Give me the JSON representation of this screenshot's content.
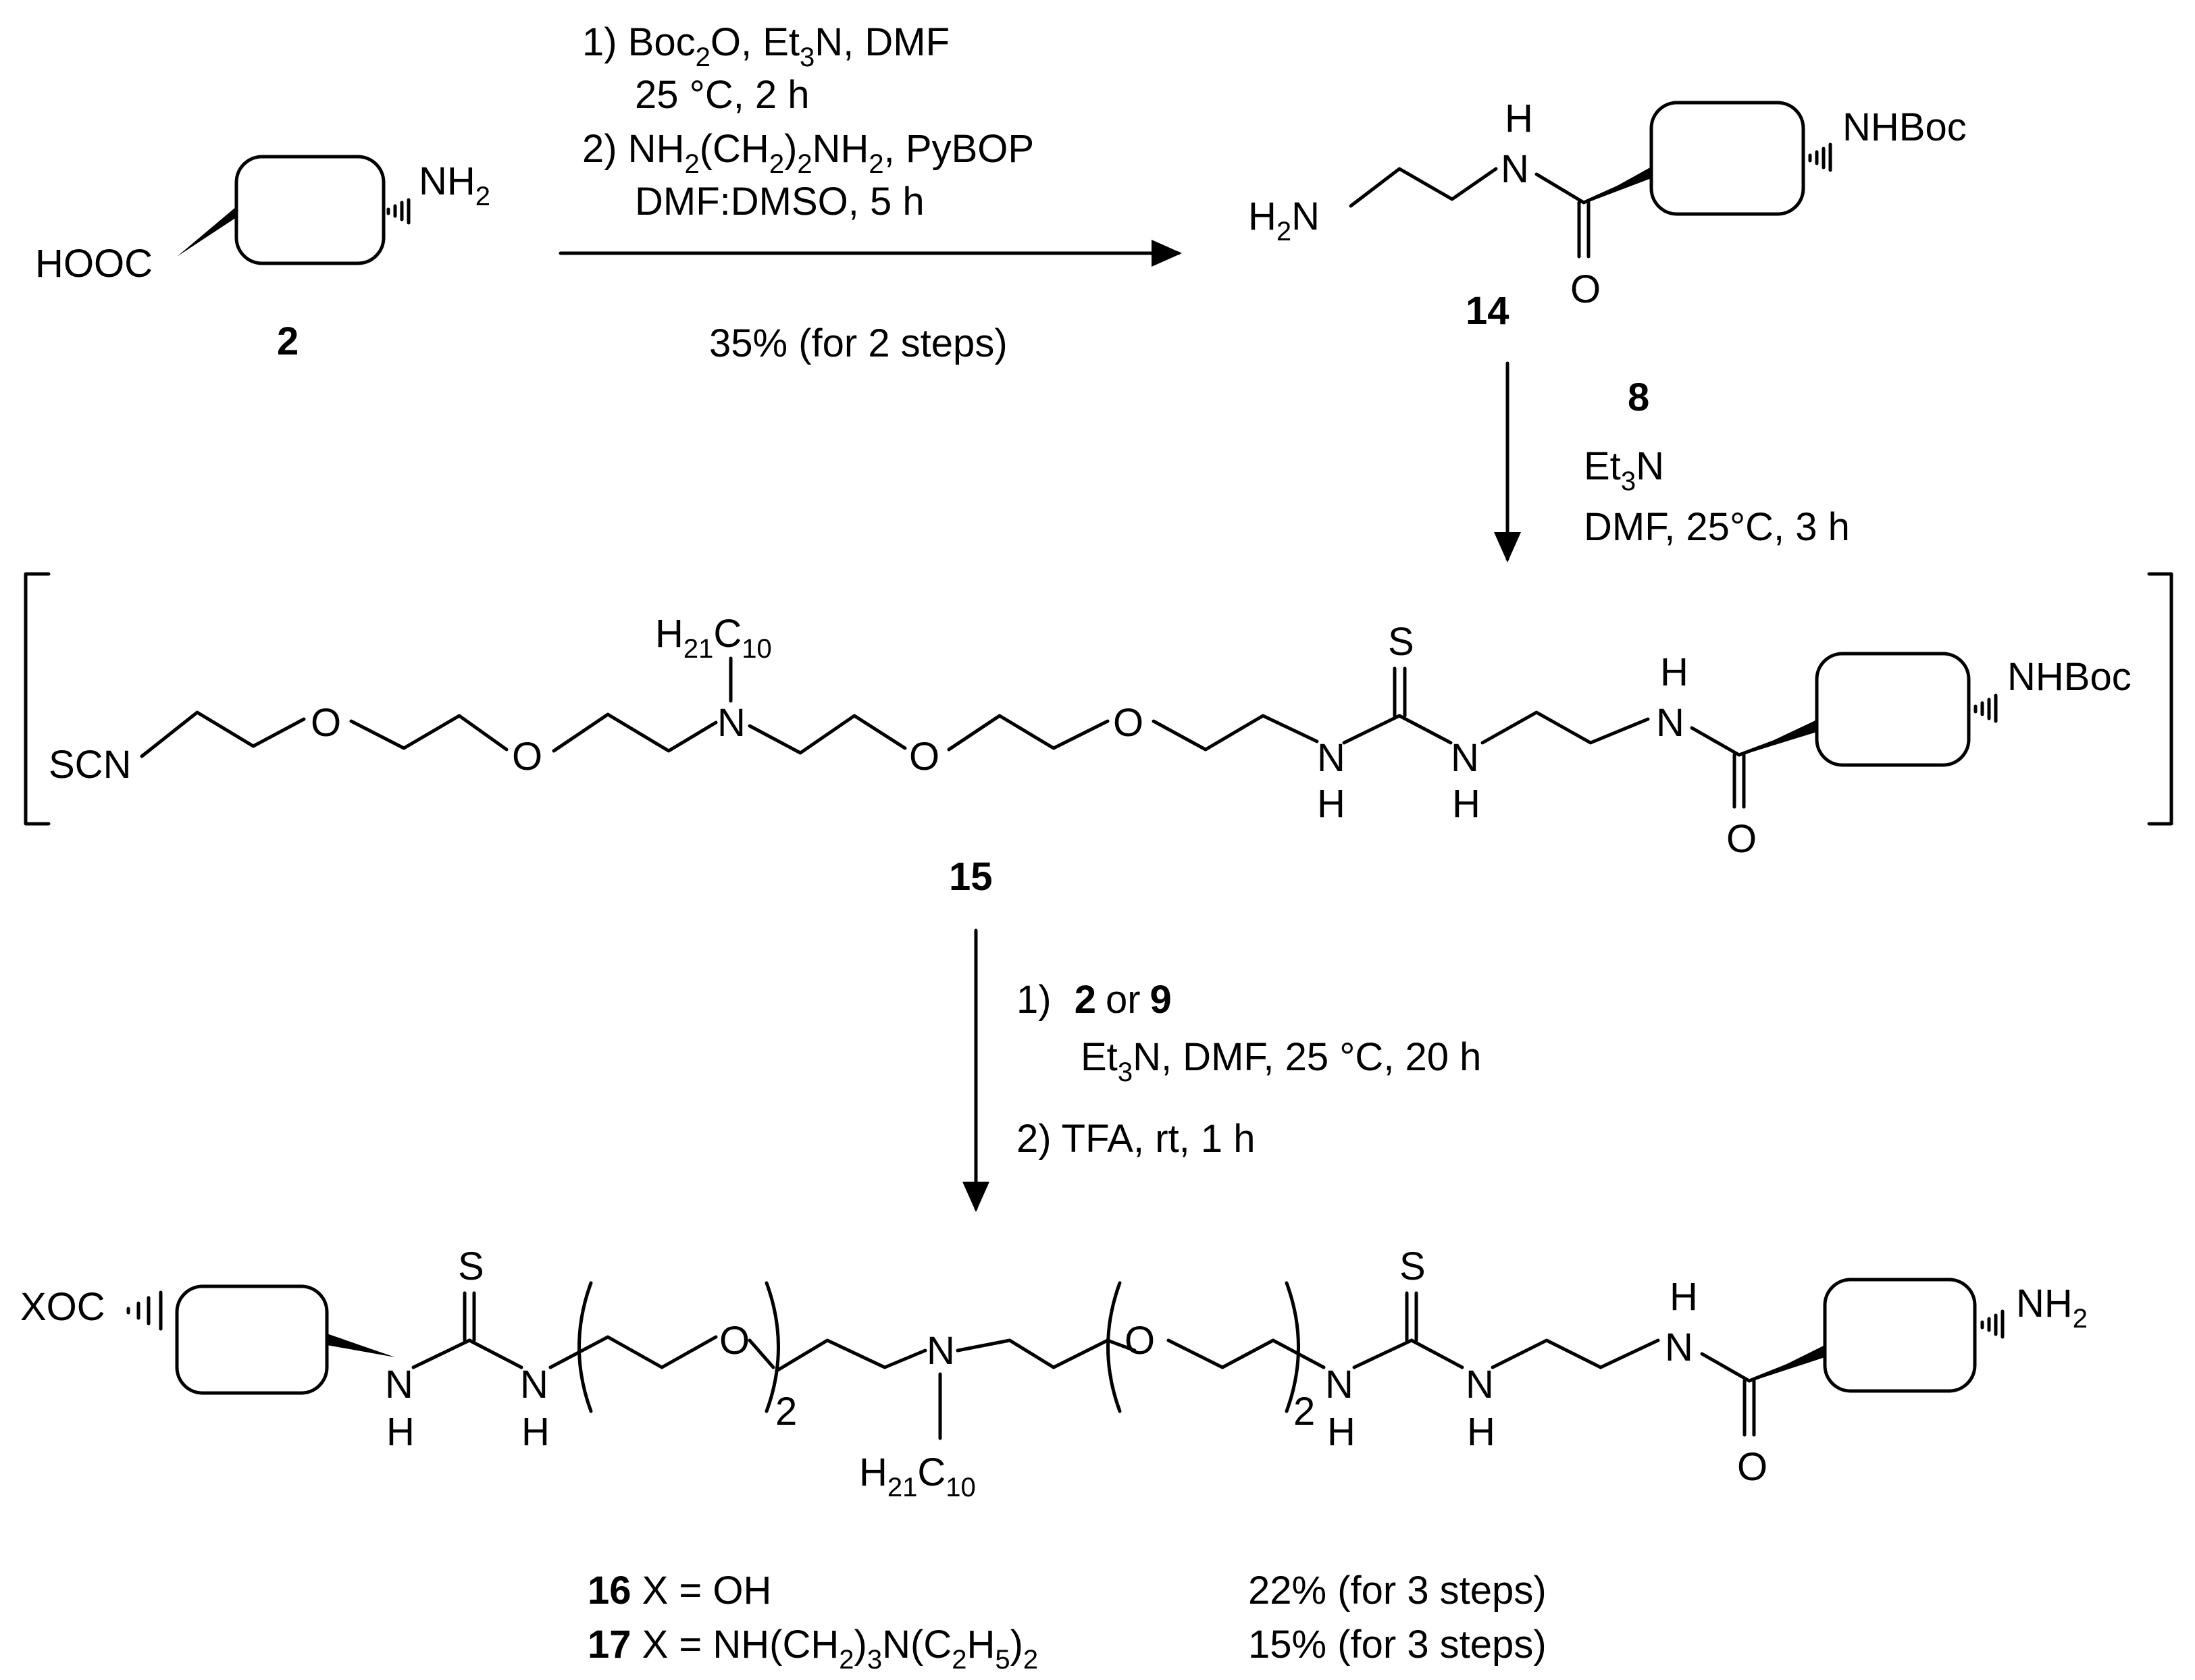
{
  "scheme": {
    "compound_2": {
      "label": "2",
      "cooh": "HOOC",
      "amine": "NH",
      "amine_sub": "2"
    },
    "step1": {
      "r1a": "1) Boc",
      "r1a_sub": "2",
      "r1a_tail": "O, Et",
      "r1a_sub2": "3",
      "r1a_tail2": "N, DMF",
      "r1b": "25 °C, 2 h",
      "r2a": "2) NH",
      "r2a_sub1": "2",
      "r2a_mid1": "(CH",
      "r2a_sub2": "2",
      "r2a_mid2": ")",
      "r2a_sub3": "2",
      "r2a_mid3": "NH",
      "r2a_sub4": "2",
      "r2a_tail": ", PyBOP",
      "r2b": "DMF:DMSO, 5 h",
      "yield": "35% (for 2 steps)"
    },
    "compound_14": {
      "label": "14",
      "h2n": "H",
      "h2n_sub": "2",
      "h2n_tail": "N",
      "nh_h": "H",
      "nh_n": "N",
      "o": "O",
      "nhboc": "NHBoc"
    },
    "step2": {
      "reagent_label": "8",
      "r1": "Et",
      "r1_sub": "3",
      "r1_tail": "N",
      "r2": "DMF,  25°C, 3 h"
    },
    "compound_15": {
      "label": "15",
      "scn": "SCN",
      "o1": "O",
      "o2": "O",
      "n_center": "N",
      "alkyl_h": "H",
      "alkyl_sub1": "21",
      "alkyl_c": "C",
      "alkyl_sub2": "10",
      "o3": "O",
      "o4": "O",
      "s": "S",
      "thio_n1": "N",
      "thio_h1": "H",
      "thio_n2": "N",
      "thio_h2": "H",
      "amide_h": "H",
      "amide_n": "N",
      "o_amide": "O",
      "nhboc": "NHBoc"
    },
    "step3": {
      "r1_num": "1)",
      "r1_a": "2",
      "r1_or": "or",
      "r1_b": "9",
      "r1_line2a": "Et",
      "r1_line2_sub": "3",
      "r1_line2b": "N, DMF,  25 °C, 20 h",
      "r2": "2)  TFA,  rt,  1 h"
    },
    "compound_16_17": {
      "xoc": "XOC",
      "s1": "S",
      "n1": "N",
      "h1": "H",
      "n2": "N",
      "h2": "H",
      "o_left": "O",
      "rep_left": "2",
      "n_center": "N",
      "alkyl_h": "H",
      "alkyl_sub1": "21",
      "alkyl_c": "C",
      "alkyl_sub2": "10",
      "o_right": "O",
      "rep_right": "2",
      "n3": "N",
      "h3": "H",
      "s2": "S",
      "n4": "N",
      "h4": "H",
      "amide_h": "H",
      "amide_n": "N",
      "o_amide": "O",
      "nh2": "NH",
      "nh2_sub": "2"
    },
    "products": [
      {
        "label": "16",
        "x_eq": " X = OH",
        "yield": "22% (for 3 steps)"
      },
      {
        "label": "17",
        "x_eq_a": " X = NH(CH",
        "sub1": "2",
        "x_eq_b": ")",
        "sub2": "3",
        "x_eq_c": "N(C",
        "sub3": "2",
        "x_eq_d": "H",
        "sub4": "5",
        "x_eq_e": ")",
        "sub5": "2",
        "yield": "15% (for 3 steps)"
      }
    ]
  }
}
